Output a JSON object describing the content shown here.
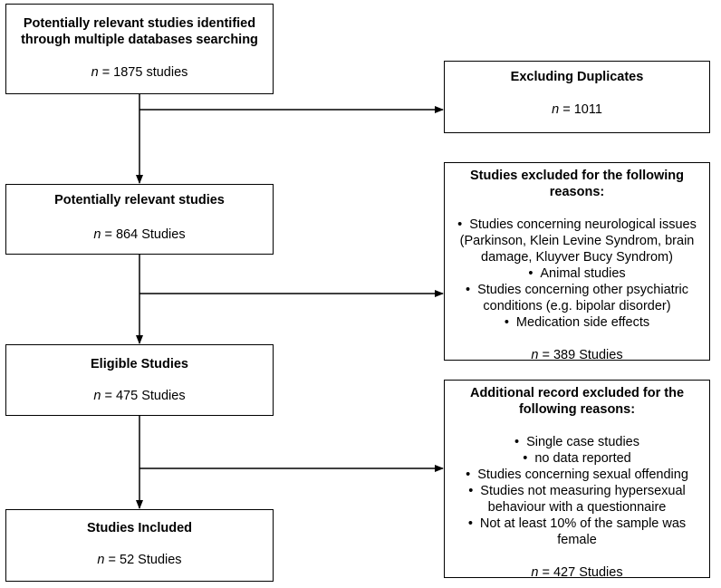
{
  "flow": {
    "identified": {
      "title": "Potentially relevant studies identified through multiple databases searching",
      "n_label": "n",
      "count": "= 1875 studies"
    },
    "relevant": {
      "title": "Potentially relevant studies",
      "n_label": "n",
      "count": "= 864 Studies"
    },
    "eligible": {
      "title": "Eligible Studies",
      "n_label": "n",
      "count": "= 475 Studies"
    },
    "included": {
      "title": "Studies Included",
      "n_label": "n",
      "count": "= 52 Studies"
    }
  },
  "exclusions": {
    "duplicates": {
      "title": "Excluding Duplicates",
      "n_label": "n",
      "count": "= 1011"
    },
    "reasons": {
      "title": "Studies excluded for the following reasons:",
      "bullet": "•",
      "items": [
        "Studies concerning neurological issues (Parkinson, Klein Levine Syndrom, brain damage, Kluyver Bucy Syndrom)",
        "Animal studies",
        "Studies concerning other psychiatric conditions (e.g. bipolar disorder)",
        "Medication side effects"
      ],
      "n_label": "n",
      "count": "= 389 Studies"
    },
    "additional": {
      "title": "Additional record excluded for the following reasons:",
      "bullet": "•",
      "items": [
        "Single case studies",
        "no data reported",
        "Studies concerning sexual offending",
        "Studies not measuring hypersexual behaviour with a questionnaire",
        "Not at least 10% of the sample was female"
      ],
      "n_label": "n",
      "count": "= 427 Studies"
    }
  }
}
